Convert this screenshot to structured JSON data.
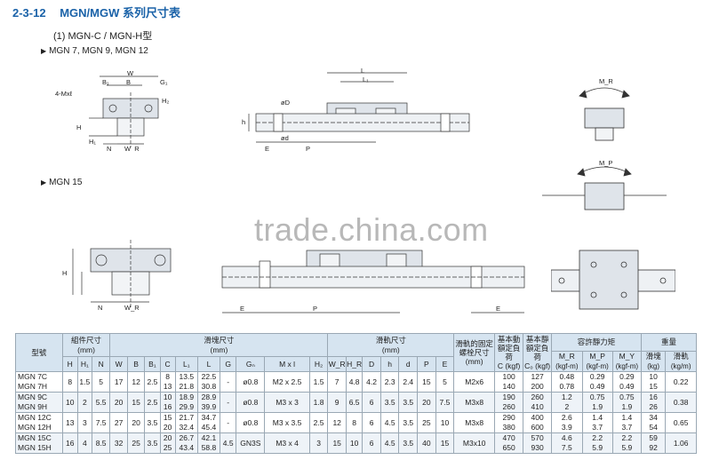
{
  "header": {
    "code": "2-3-12",
    "title": "MGN/MGW 系列尺寸表"
  },
  "subtitle": "(1) MGN-C / MGN-H型",
  "section1_label": "MGN 7, MGN 9, MGN 12",
  "section2_label": "MGN 15",
  "watermark": "trade.china.com",
  "drawing_labels": {
    "W": "W",
    "B1": "B₁",
    "B": "B",
    "G1": "G₁",
    "Mxl": "4-Mxℓ",
    "H": "H",
    "H1": "H₁",
    "H2": "H₂",
    "N": "N",
    "WR": "W_R",
    "L": "L",
    "L1": "L₁",
    "oD": "øD",
    "od": "ød",
    "h": "h",
    "E": "E",
    "P": "P",
    "MR": "M_R",
    "MP": "M_P"
  },
  "table": {
    "model_header": "型號",
    "group_assembly": "組件尺寸",
    "group_assembly_unit": "(mm)",
    "group_block": "滑塊尺寸",
    "group_block_unit": "(mm)",
    "group_rail": "滑軌尺寸",
    "group_rail_unit": "(mm)",
    "rail_bolt": "滑軌的固定螺栓尺寸",
    "rail_bolt_unit": "(mm)",
    "dyn_load": "基本動額定負荷",
    "dyn_load_unit": "C (kgf)",
    "stat_load": "基本靜額定負荷",
    "stat_load_unit": "C₀ (kgf)",
    "moment": "容許靜力矩",
    "weight": "重量",
    "cols_assembly": [
      "H",
      "H₁",
      "N"
    ],
    "cols_block": [
      "W",
      "B",
      "B₁",
      "C",
      "L₁",
      "L",
      "G",
      "Gₙ",
      "M x l",
      "H₂"
    ],
    "cols_rail": [
      "W_R",
      "H_R",
      "D",
      "h",
      "d",
      "P",
      "E"
    ],
    "cols_moment": [
      {
        "name": "M_R",
        "unit": "(kgf-m)"
      },
      {
        "name": "M_P",
        "unit": "(kgf-m)"
      },
      {
        "name": "M_Y",
        "unit": "(kgf-m)"
      }
    ],
    "cols_weight": [
      {
        "name": "滑塊",
        "unit": "(kg)"
      },
      {
        "name": "滑軌",
        "unit": "(kg/m)"
      }
    ],
    "rows": [
      {
        "models": [
          "MGN 7C",
          "MGN 7H"
        ],
        "H": "8",
        "H1": "1.5",
        "N": "5",
        "W": "17",
        "B": "12",
        "B1": "2.5",
        "C": [
          "8",
          "13"
        ],
        "L1": [
          "13.5",
          "21.8"
        ],
        "L": [
          "22.5",
          "30.8"
        ],
        "G": "-",
        "Gn": "ø0.8",
        "Mxl": "M2 x 2.5",
        "H2": "1.5",
        "WR": "7",
        "HR": "4.8",
        "D": "4.2",
        "h": "2.3",
        "d": "2.4",
        "P": "15",
        "E": "5",
        "bolt": "M2x6",
        "C_dyn": [
          "100",
          "140"
        ],
        "C0": [
          "127",
          "200"
        ],
        "MR": [
          "0.48",
          "0.78"
        ],
        "MP": [
          "0.29",
          "0.49"
        ],
        "MY": [
          "0.29",
          "0.49"
        ],
        "block_w": [
          "10",
          "15"
        ],
        "rail_w": "0.22"
      },
      {
        "models": [
          "MGN 9C",
          "MGN 9H"
        ],
        "H": "10",
        "H1": "2",
        "N": "5.5",
        "W": "20",
        "B": "15",
        "B1": "2.5",
        "C": [
          "10",
          "16"
        ],
        "L1": [
          "18.9",
          "29.9"
        ],
        "L": [
          "28.9",
          "39.9"
        ],
        "G": "-",
        "Gn": "ø0.8",
        "Mxl": "M3 x 3",
        "H2": "1.8",
        "WR": "9",
        "HR": "6.5",
        "D": "6",
        "h": "3.5",
        "d": "3.5",
        "P": "20",
        "E": "7.5",
        "bolt": "M3x8",
        "C_dyn": [
          "190",
          "260"
        ],
        "C0": [
          "260",
          "410"
        ],
        "MR": [
          "1.2",
          "2"
        ],
        "MP": [
          "0.75",
          "1.9"
        ],
        "MY": [
          "0.75",
          "1.9"
        ],
        "block_w": [
          "16",
          "26"
        ],
        "rail_w": "0.38"
      },
      {
        "models": [
          "MGN 12C",
          "MGN 12H"
        ],
        "H": "13",
        "H1": "3",
        "N": "7.5",
        "W": "27",
        "B": "20",
        "B1": "3.5",
        "C": [
          "15",
          "20"
        ],
        "L1": [
          "21.7",
          "32.4"
        ],
        "L": [
          "34.7",
          "45.4"
        ],
        "G": "-",
        "Gn": "ø0.8",
        "Mxl": "M3 x 3.5",
        "H2": "2.5",
        "WR": "12",
        "HR": "8",
        "D": "6",
        "h": "4.5",
        "d": "3.5",
        "P": "25",
        "E": "10",
        "bolt": "M3x8",
        "C_dyn": [
          "290",
          "380"
        ],
        "C0": [
          "400",
          "600"
        ],
        "MR": [
          "2.6",
          "3.9"
        ],
        "MP": [
          "1.4",
          "3.7"
        ],
        "MY": [
          "1.4",
          "3.7"
        ],
        "block_w": [
          "34",
          "54"
        ],
        "rail_w": "0.65"
      },
      {
        "models": [
          "MGN 15C",
          "MGN 15H"
        ],
        "H": "16",
        "H1": "4",
        "N": "8.5",
        "W": "32",
        "B": "25",
        "B1": "3.5",
        "C": [
          "20",
          "25"
        ],
        "L1": [
          "26.7",
          "43.4"
        ],
        "L": [
          "42.1",
          "58.8"
        ],
        "G": "4.5",
        "Gn": "GN3S",
        "Mxl": "M3 x 4",
        "H2": "3",
        "WR": "15",
        "HR": "10",
        "D": "6",
        "h": "4.5",
        "d": "3.5",
        "P": "40",
        "E": "15",
        "bolt": "M3x10",
        "C_dyn": [
          "470",
          "650"
        ],
        "C0": [
          "570",
          "930"
        ],
        "MR": [
          "4.6",
          "7.5"
        ],
        "MP": [
          "2.2",
          "5.9"
        ],
        "MY": [
          "2.2",
          "5.9"
        ],
        "block_w": [
          "59",
          "92"
        ],
        "rail_w": "1.06"
      }
    ]
  },
  "colors": {
    "header_blue": "#1a62a8",
    "table_header_bg": "#d6e4f0",
    "drawing_fill": "#dfe4ea",
    "drawing_line": "#333333"
  }
}
